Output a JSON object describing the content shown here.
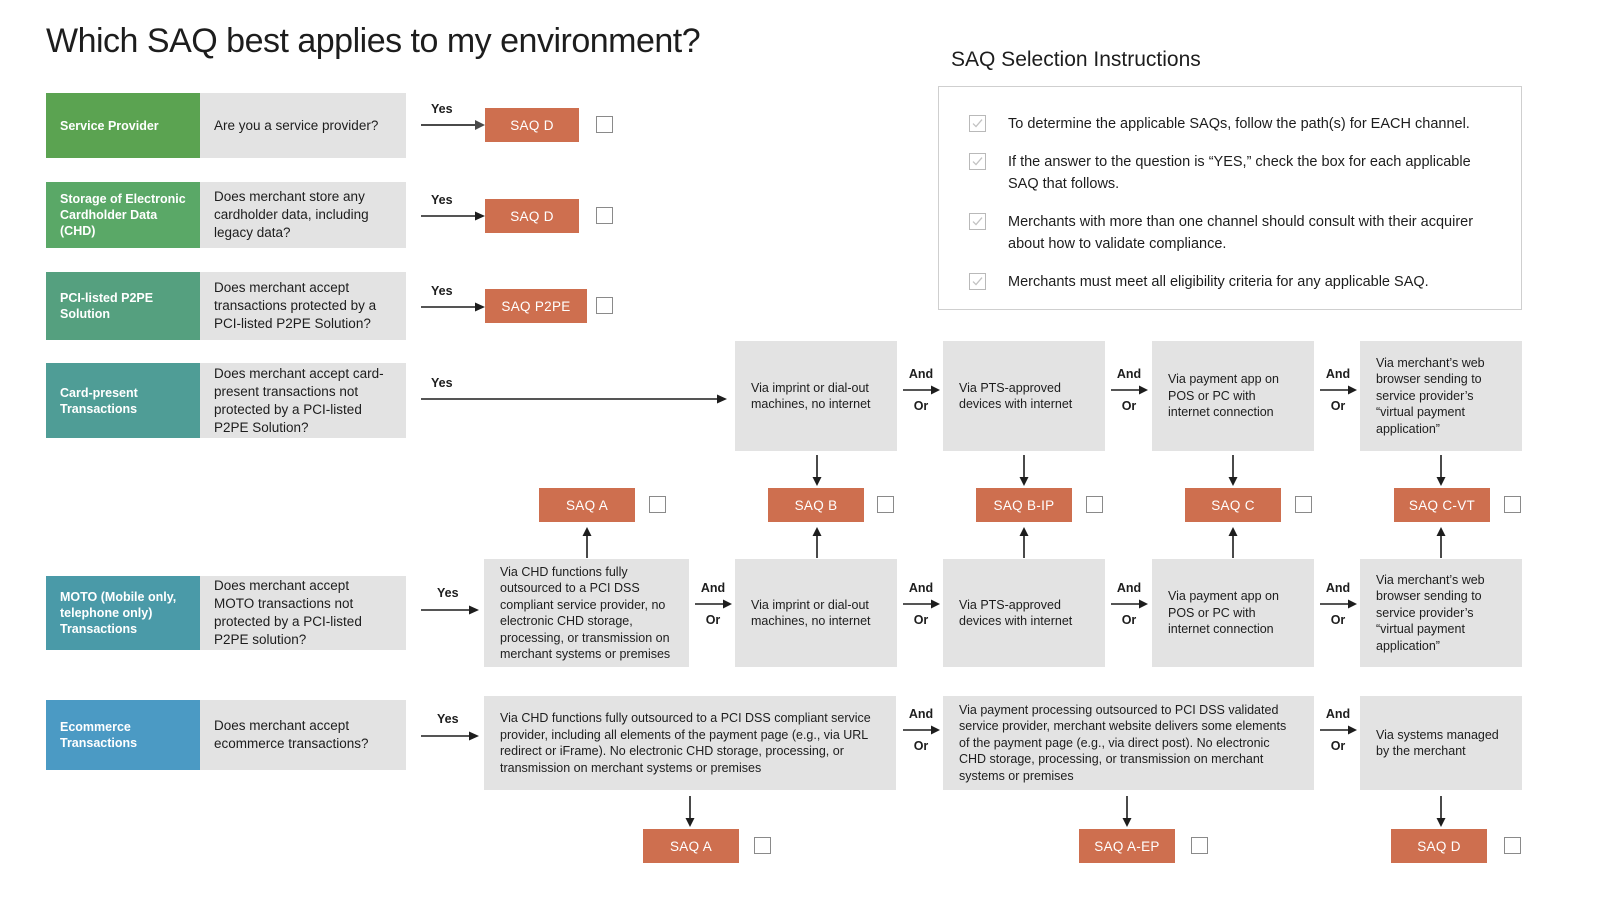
{
  "page": {
    "title": "Which SAQ best applies to my environment?"
  },
  "instructions": {
    "title": "SAQ Selection Instructions",
    "checkbox_icon": "checkmark-icon",
    "items": [
      {
        "text": "To determine the applicable SAQs, follow the path(s) for EACH channel."
      },
      {
        "text": "If the answer to the question is “YES,” check the box for each applicable SAQ that follows."
      },
      {
        "text": "Merchants with more than one channel should consult with their acquirer about how to validate compliance."
      },
      {
        "text": "Merchants must meet all eligibility criteria for any applicable SAQ."
      }
    ]
  },
  "labels": {
    "yes": "Yes",
    "and": "And",
    "or": "Or"
  },
  "colors": {
    "orange": "#ce6f4f",
    "gray_box": "#e3e3e3",
    "green_1": "#5ba351",
    "green_2": "#5aa867",
    "green_3": "#55a07f",
    "teal_1": "#4f9d96",
    "teal_2": "#4a9aa8",
    "blue_1": "#4b9ac4"
  },
  "channels": [
    {
      "name": "Service Provider",
      "question": "Are you a service provider?",
      "color": "#5ba351"
    },
    {
      "name": "Storage of Electronic Cardholder Data (CHD)",
      "question": "Does merchant store any cardholder data, including legacy data?",
      "color": "#5aa867"
    },
    {
      "name": "PCI-listed P2PE Solution",
      "question": "Does merchant accept transactions protected by a PCI-listed P2PE Solution?",
      "color": "#55a07f"
    },
    {
      "name": "Card-present Transactions",
      "question": "Does merchant accept card-present transactions not protected by a PCI-listed P2PE Solution?",
      "color": "#4f9d96"
    },
    {
      "name": "MOTO (Mobile only, telephone only) Transactions",
      "question": "Does merchant accept MOTO transactions not protected by a PCI-listed P2PE solution?",
      "color": "#4a9aa8"
    },
    {
      "name": "Ecommerce Transactions",
      "question": "Does merchant accept ecommerce transactions?",
      "color": "#4b9ac4"
    }
  ],
  "direct_results": [
    {
      "saq": "SAQ D",
      "checked": false
    },
    {
      "saq": "SAQ D",
      "checked": false
    },
    {
      "saq": "SAQ P2PE",
      "checked": false
    }
  ],
  "card_present_paths": [
    {
      "text": "Via imprint or dial-out machines, no internet"
    },
    {
      "text": "Via PTS-approved devices with internet"
    },
    {
      "text": "Via payment app on POS or PC with internet connection"
    },
    {
      "text": "Via merchant’s web browser sending to service provider’s “virtual payment application”"
    }
  ],
  "moto_paths": [
    {
      "text": "Via CHD functions fully outsourced to a PCI DSS compliant service provider, no electronic CHD storage, processing, or transmission on merchant systems or premises"
    },
    {
      "text": "Via imprint or dial-out machines, no internet"
    },
    {
      "text": "Via PTS-approved devices with internet"
    },
    {
      "text": "Via payment app on POS or PC with internet connection"
    },
    {
      "text": "Via merchant’s web browser sending to service provider’s “virtual payment application”"
    }
  ],
  "ecommerce_paths": [
    {
      "text": "Via CHD functions fully outsourced to a PCI DSS compliant service provider, including all elements of the payment page (e.g., via URL redirect or iFrame). No electronic CHD storage, processing, or transmission on merchant systems or premises"
    },
    {
      "text": "Via payment processing outsourced to PCI DSS validated service provider, merchant website delivers some elements of the payment page (e.g., via direct post). No electronic CHD storage, processing, or transmission on merchant systems or premises"
    },
    {
      "text": "Via systems managed by the merchant"
    }
  ],
  "middle_results": [
    {
      "saq": "SAQ A",
      "checked": false
    },
    {
      "saq": "SAQ B",
      "checked": false
    },
    {
      "saq": "SAQ B-IP",
      "checked": false
    },
    {
      "saq": "SAQ C",
      "checked": false
    },
    {
      "saq": "SAQ C-VT",
      "checked": false
    }
  ],
  "bottom_results": [
    {
      "saq": "SAQ A",
      "checked": false
    },
    {
      "saq": "SAQ A-EP",
      "checked": false
    },
    {
      "saq": "SAQ D",
      "checked": false
    }
  ]
}
